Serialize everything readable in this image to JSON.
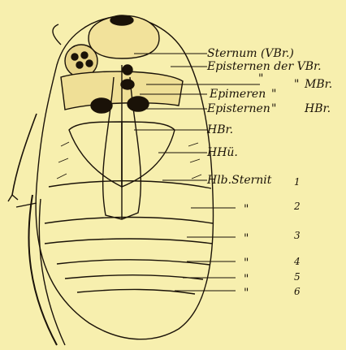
{
  "labels": {
    "sternum_vbr": "Sternum (VBr.)",
    "episternen_vbr": "Episternen der VBr.",
    "ditto_mbr_quote": "\"",
    "ditto_mbr_dquote": "\"",
    "mbr": "MBr.",
    "epimeren": "Epimeren",
    "epimeren_quote": "\"",
    "episternen": "Episternen",
    "episternen_quote": "\"",
    "hbr_top": "HBr.",
    "hbr": "HBr.",
    "hhu": "HHü.",
    "hlb_sternit": "Hlb.Sternit",
    "ditto_2": "\"",
    "ditto_3": "\"",
    "ditto_4": "\"",
    "ditto_5": "\"",
    "ditto_6": "\""
  },
  "sternit_numbers": [
    "1",
    "2",
    "3",
    "4",
    "5",
    "6"
  ]
}
